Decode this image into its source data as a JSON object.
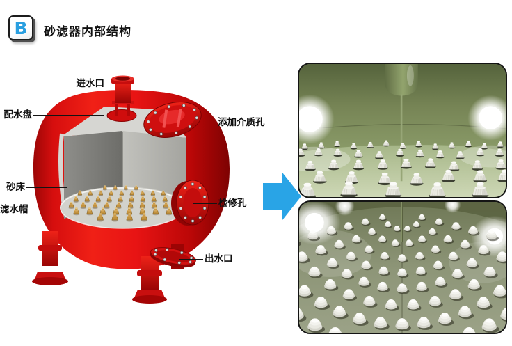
{
  "header": {
    "badge_letter": "B",
    "title": "砂滤器内部结构"
  },
  "diagram": {
    "labels": {
      "inlet": "进水口",
      "distributor": "配水盘",
      "media_port": "添加介质孔",
      "sand_bed": "砂床",
      "filter_nozzle": "滤水帽",
      "inspection_port": "检修孔",
      "outlet": "出水口"
    }
  },
  "colors": {
    "badge_blue": "#2a9fe0",
    "arrow_blue": "#29a4e6",
    "tank_red": "#d90f0f",
    "tank_red_dark": "#8f0404",
    "interior_gray_dark": "#767676",
    "interior_gray_light": "#b9b9b4",
    "floor_gray": "#d2d2cc",
    "nozzle_tan": "#c2923f",
    "photo_wall_green": "#75825a",
    "photo_floor_green": "#c3cfa9",
    "photo_plate_olive": "#8b9274",
    "cap_white": "#f2f2ee"
  }
}
